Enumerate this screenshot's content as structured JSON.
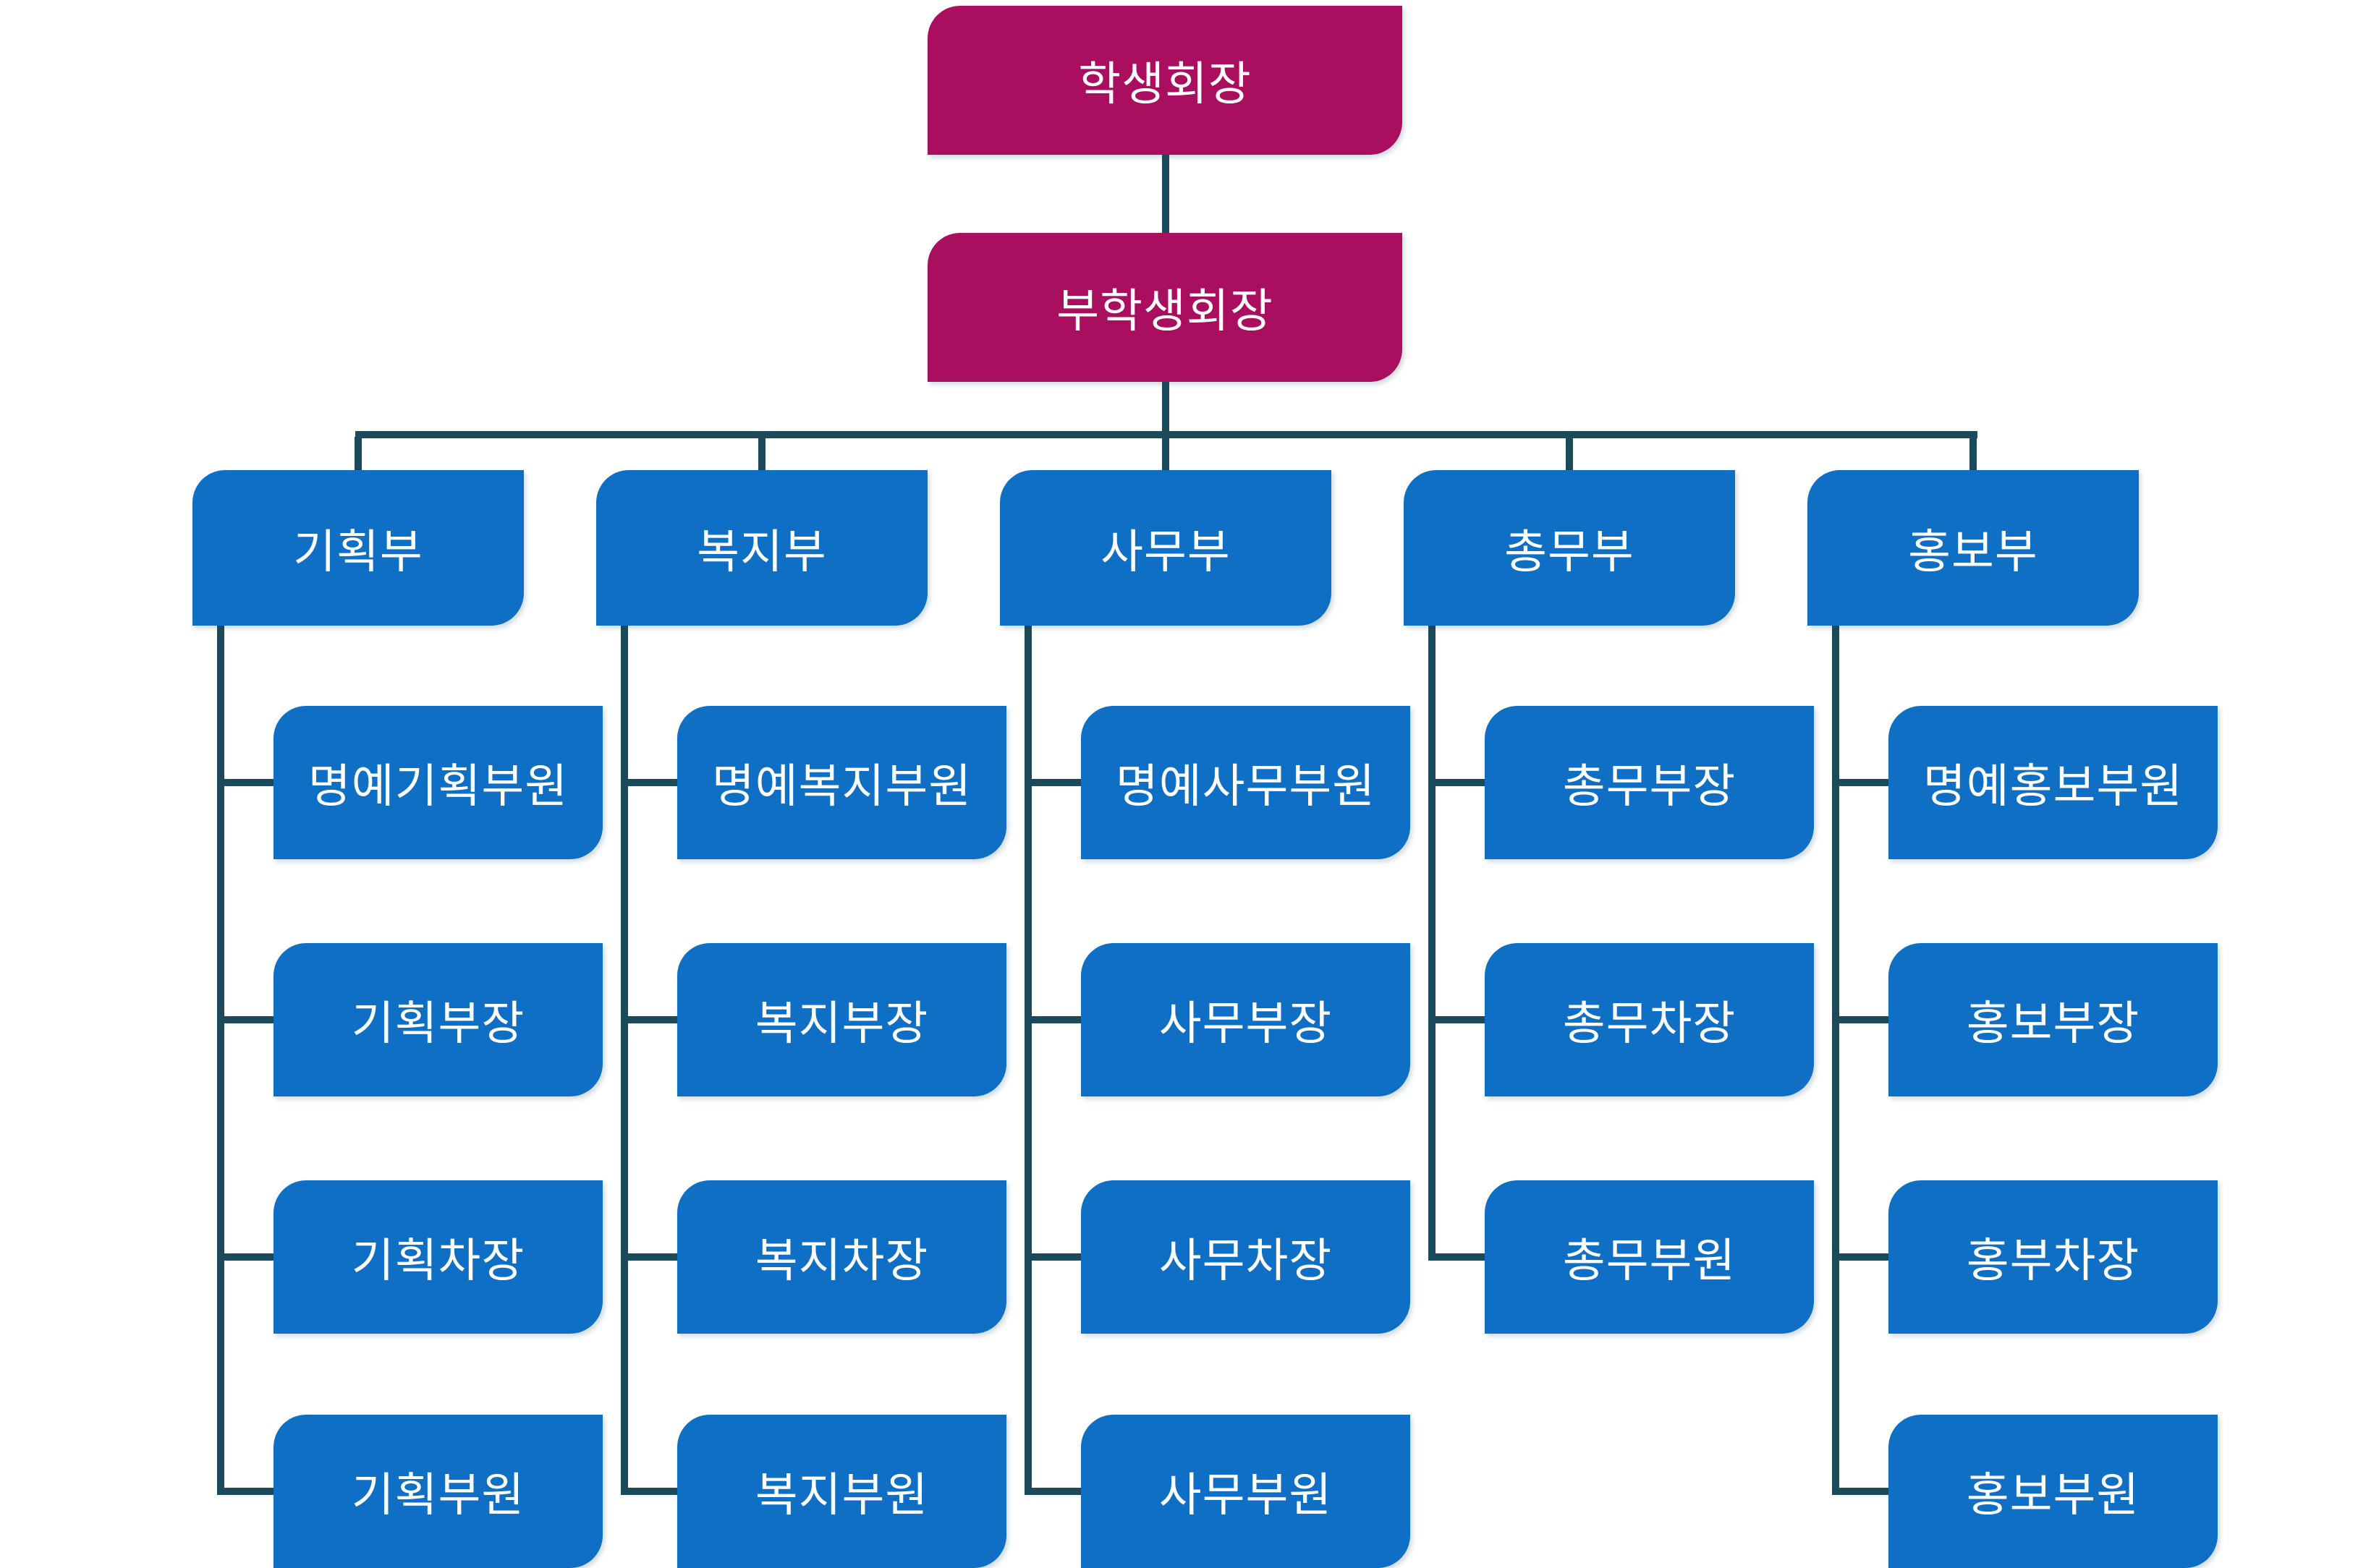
{
  "org": {
    "president": "학생회장",
    "vice_president": "부학생회장",
    "departments": [
      {
        "name": "기획부",
        "members": [
          "명예기획부원",
          "기획부장",
          "기획차장",
          "기획부원"
        ]
      },
      {
        "name": "복지부",
        "members": [
          "명예복지부원",
          "복지부장",
          "복지차장",
          "복지부원"
        ]
      },
      {
        "name": "사무부",
        "members": [
          "명예사무부원",
          "사무부장",
          "사무차장",
          "사무부원"
        ]
      },
      {
        "name": "총무부",
        "members": [
          "총무부장",
          "총무차장",
          "총무부원"
        ]
      },
      {
        "name": "홍보부",
        "members": [
          "명예홍보부원",
          "홍보부장",
          "홍부차장",
          "홍보부원"
        ]
      }
    ],
    "colors": {
      "executive_fill": "#AA0E5F",
      "department_fill": "#0E6FC5",
      "connector": "#1B4A5A",
      "text": "#FFFFFF",
      "background": "#FFFFFF"
    }
  }
}
